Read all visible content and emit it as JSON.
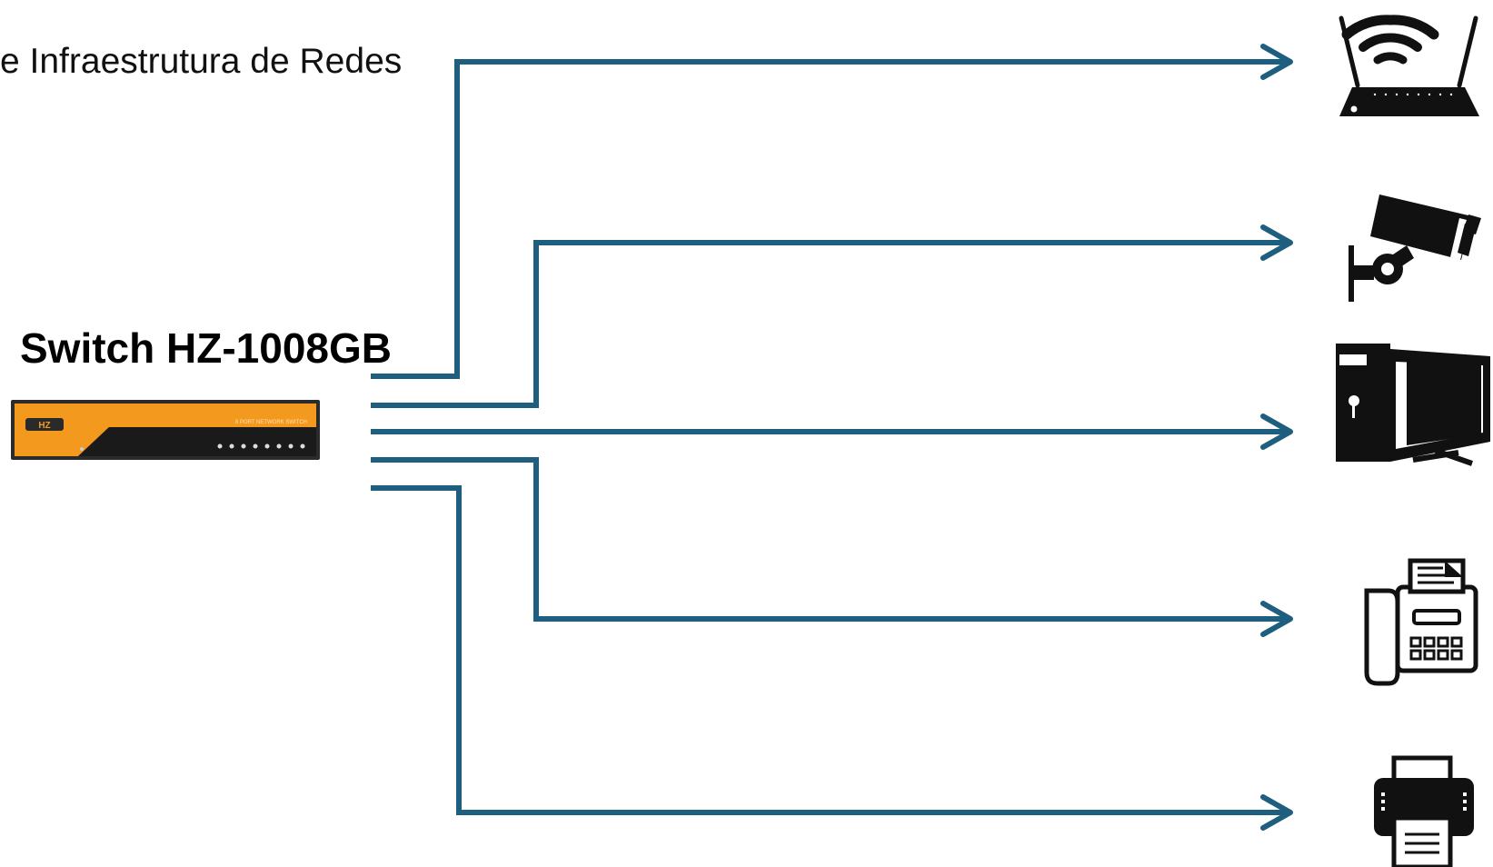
{
  "header": {
    "text": "e Infraestrutura de Redes"
  },
  "switch": {
    "title": "Switch HZ-1008GB",
    "brand": "HZ",
    "panel_label": "8 PORT NETWORK SWITCH",
    "body_color": "#f39a1e",
    "case_color": "#2b2b2b"
  },
  "connection_color": "#1e5f7f",
  "devices": [
    {
      "name": "router",
      "icon": "wifi-router-icon"
    },
    {
      "name": "security-camera",
      "icon": "cctv-camera-icon"
    },
    {
      "name": "desktop-computer",
      "icon": "desktop-computer-icon"
    },
    {
      "name": "fax-machine",
      "icon": "fax-machine-icon"
    },
    {
      "name": "printer",
      "icon": "printer-icon"
    }
  ]
}
